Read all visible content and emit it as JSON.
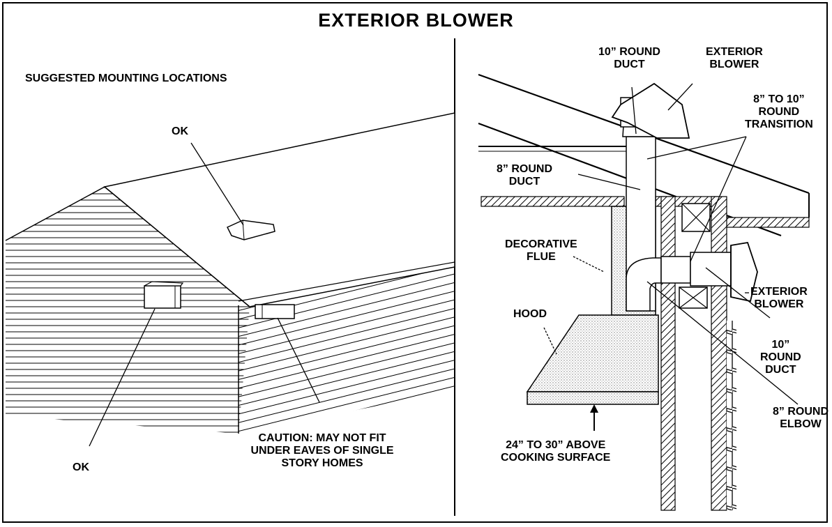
{
  "title": "EXTERIOR  BLOWER",
  "left": {
    "heading": "SUGGESTED MOUNTING LOCATIONS",
    "ok_roof": "OK",
    "ok_wall": "OK",
    "caution": [
      "CAUTION: MAY NOT FIT",
      "UNDER EAVES OF SINGLE",
      "STORY HOMES"
    ]
  },
  "right": {
    "round_duct_10_top": [
      "10” ROUND",
      "DUCT"
    ],
    "exterior_blower_top": [
      "EXTERIOR",
      "BLOWER"
    ],
    "transition": [
      "8” TO 10”",
      "ROUND",
      "TRANSITION"
    ],
    "round_duct_8": [
      "8” ROUND",
      "DUCT"
    ],
    "decorative_flue": [
      "DECORATIVE",
      "FLUE"
    ],
    "hood": "HOOD",
    "exterior_blower_side": [
      "EXTERIOR",
      "BLOWER"
    ],
    "round_duct_10_side": [
      "10”",
      "ROUND",
      "DUCT"
    ],
    "round_elbow_8": [
      "8” ROUND",
      "ELBOW"
    ],
    "above_cooking": [
      "24” TO 30” ABOVE",
      "COOKING SURFACE"
    ]
  },
  "colors": {
    "ink": "#000000",
    "paper": "#ffffff",
    "stipple": "#9a9a9a"
  }
}
